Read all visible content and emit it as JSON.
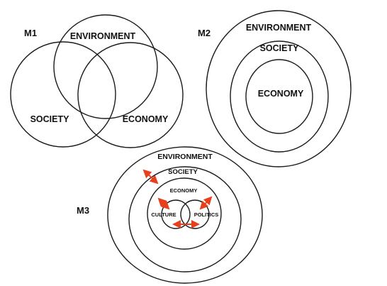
{
  "m1": {
    "title": "M1",
    "environment": "ENVIRONMENT",
    "society": "SOCIETY",
    "economy": "ECONOMY"
  },
  "m2": {
    "title": "M2",
    "environment": "ENVIRONMENT",
    "society": "SOCIETY",
    "economy": "ECONOMY"
  },
  "m3": {
    "title": "M3",
    "environment": "ENVIRONMENT",
    "society": "SOCIETY",
    "economy": "ECONOMY",
    "culture": "CULTURE",
    "politics": "POLITICS"
  },
  "colors": {
    "outline": "#1a1a1a",
    "arrow": "#e8401c",
    "text": "#111111"
  }
}
